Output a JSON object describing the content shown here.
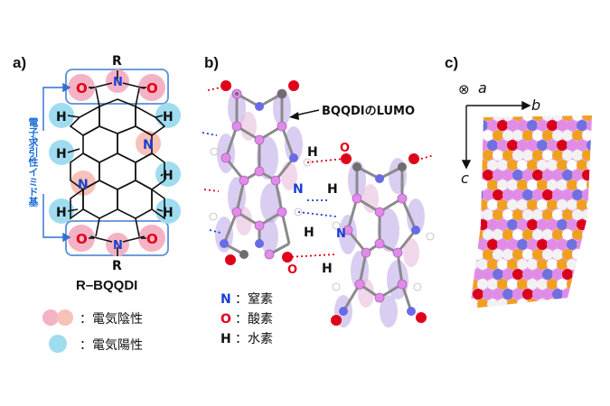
{
  "panels": {
    "a": "a)",
    "b": "b)",
    "c": "c)"
  },
  "panel_a": {
    "r_top": "R",
    "r_bottom": "R",
    "molecule_name": "R–BQQDI",
    "side_label": "電子求引性イミド基",
    "atom_O": "O",
    "atom_N": "N",
    "atom_H": "H",
    "legend_negative": "：電気陰性",
    "legend_positive": "：電気陽性",
    "colors": {
      "negative": "#f4b3c4",
      "negative2": "#f7c2b8",
      "positive": "#9fdcef",
      "box": "#5b8fd6",
      "arrow": "#2f6fd0",
      "oxygen": "#e0001a",
      "nitrogen": "#1a3fd0"
    }
  },
  "panel_b": {
    "lumo_label": "BQQDIのLUMO",
    "atom_N": "N",
    "atom_O": "O",
    "atom_H": "H",
    "legend": [
      {
        "symbol": "N",
        "label": "：窒素",
        "color": "#1a3fd0"
      },
      {
        "symbol": "O",
        "label": "：酸素",
        "color": "#e0001a"
      },
      {
        "symbol": "H",
        "label": "：水素",
        "color": "#111111"
      }
    ]
  },
  "panel_c": {
    "axis_a": "a",
    "axis_b": "b",
    "axis_c": "c",
    "into_page_symbol": "⊗"
  }
}
